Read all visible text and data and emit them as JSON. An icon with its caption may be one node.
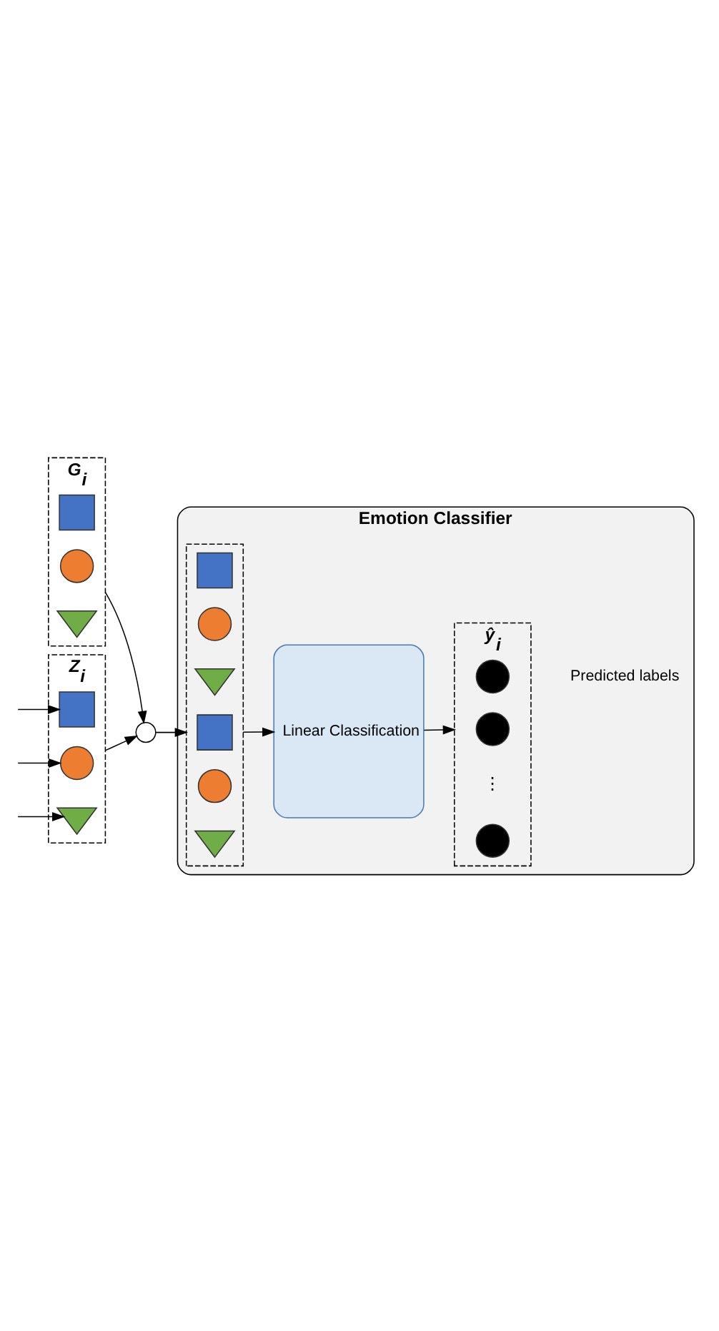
{
  "diagram": {
    "nodes": [
      {
        "text": [
          "G$_{i}$"
        ]
      },
      {
        "text": [],
        "shape": "square",
        "in": 0
      },
      {
        "text": [],
        "shape": "circle",
        "in": 0
      },
      {
        "text": [],
        "shape": "triangle",
        "in": 0
      },
      {
        "text": [],
        "shape": "circle"
      },
      {
        "text": [
          "Z$_{i}$"
        ]
      },
      {
        "text": [],
        "shape": "square",
        "in": 5
      },
      {
        "text": [],
        "shape": "circle",
        "in": 5
      },
      {
        "text": [],
        "shape": "triangle",
        "in": 5
      },
      {
        "text": [
          "Emotion Classifier"
        ]
      },
      {
        "text": [],
        "shape": "box",
        "in": 9
      },
      {
        "text": [],
        "shape": "square",
        "in": 10
      },
      {
        "text": [],
        "shape": "circle",
        "in": 10
      },
      {
        "text": [],
        "shape": "triangle",
        "in": 10
      },
      {
        "text": [],
        "shape": "square",
        "in": 10
      },
      {
        "text": [],
        "shape": "circle",
        "in": 10
      },
      {
        "text": [],
        "shape": "triangle",
        "in": 10
      },
      {
        "text": [
          "Linear Classification"
        ],
        "in": 9
      },
      {
        "text": [
          "ŷ$_{i}$"
        ],
        "beside": [
          "Predicted labels"
        ],
        "in": 9
      },
      {
        "text": [],
        "shape": "circle",
        "in": 18
      },
      {
        "text": [],
        "shape": "circle",
        "in": 18
      },
      {
        "text": [],
        "shape": "circle",
        "in": 18
      }
    ],
    "edges": [
      {
        "from": 0,
        "to": 4,
        "arrow": "to"
      },
      {
        "from": 5,
        "to": 4,
        "arrow": "to"
      },
      {
        "from": 4,
        "to": 10,
        "arrow": "to"
      },
      {
        "from": 10,
        "to": 17,
        "arrow": "to"
      },
      {
        "from": 17,
        "to": 18,
        "arrow": "to"
      },
      {
        "from": null,
        "to": 6,
        "arrow": "to"
      },
      {
        "from": null,
        "to": 7,
        "arrow": "to"
      },
      {
        "from": null,
        "to": 8,
        "arrow": "to"
      }
    ],
    "labels": [
      "⋮"
    ]
  }
}
